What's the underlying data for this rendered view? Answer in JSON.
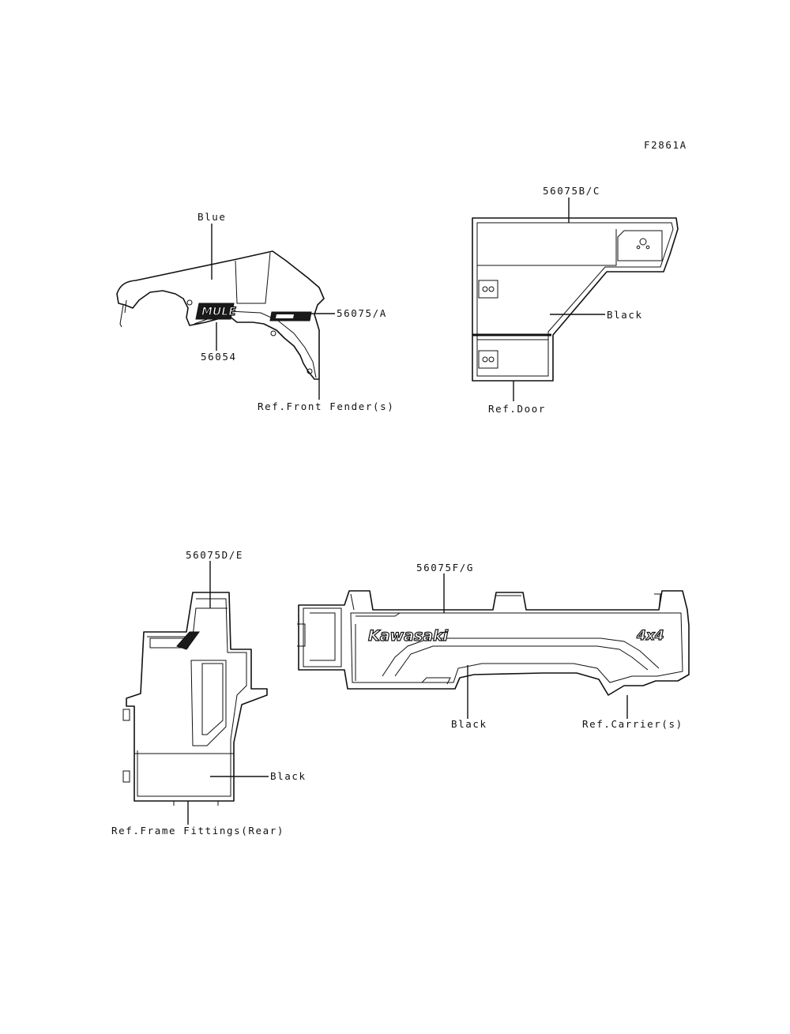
{
  "figure_code": "F2861A",
  "labels": {
    "blue": "Blue",
    "p56054": "56054",
    "p56075a": "56075/A",
    "ref_front_fender": "Ref.Front Fender(s)",
    "p56075bc": "56075B/C",
    "black_door": "Black",
    "ref_door": "Ref.Door",
    "p56075de": "56075D/E",
    "black_frame": "Black",
    "ref_frame": "Ref.Frame Fittings(Rear)",
    "p56075fg": "56075F/G",
    "black_carrier": "Black",
    "ref_carrier": "Ref.Carrier(s)"
  },
  "logos": {
    "mule": "MULE",
    "kawasaki": "Kawasaki",
    "four_by_four": "4x4"
  }
}
